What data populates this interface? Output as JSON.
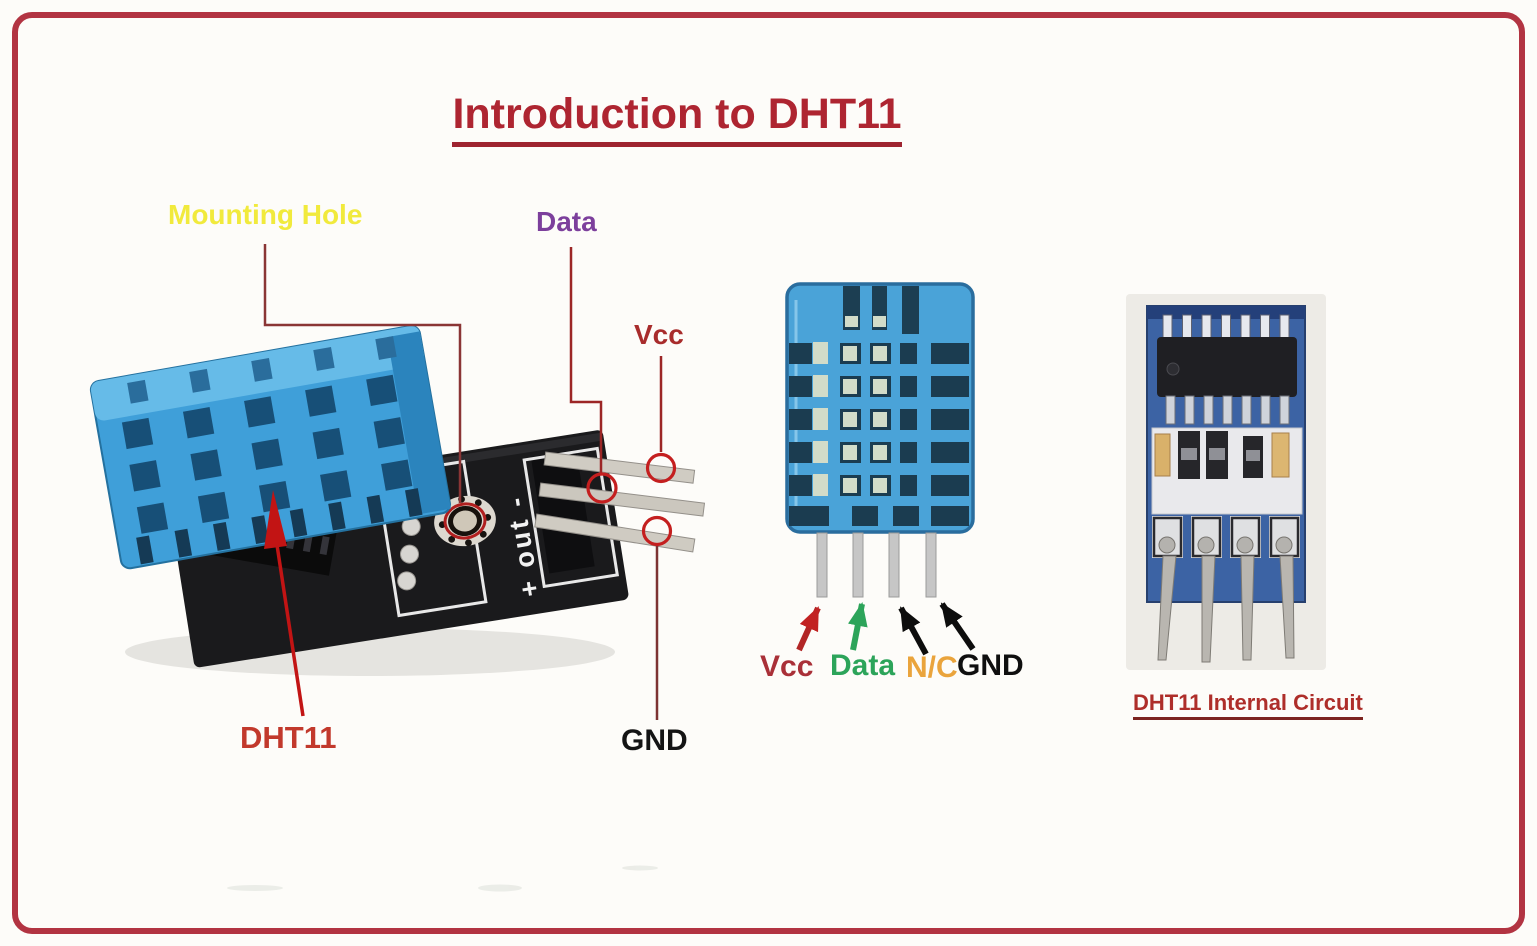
{
  "title": {
    "text": "Introduction to DHT11"
  },
  "left_module": {
    "mounting_hole_label": "Mounting Hole",
    "data_label": "Data",
    "vcc_label": "Vcc",
    "gnd_label": "GND",
    "part_label": "DHT11",
    "pcb_silkscreen": "+ out -"
  },
  "pinout": {
    "vcc_label": "Vcc",
    "data_label": "Data",
    "nc_label": "N/C",
    "gnd_label": "GND"
  },
  "internal_circuit": {
    "caption": "DHT11 Internal Circuit"
  },
  "colors": {
    "frame_red": "#b23442",
    "title_red": "#ae2531",
    "label_yellow": "#f1ea3c",
    "label_purple": "#7c3f9c",
    "label_dark_red": "#a82c2c",
    "label_green": "#2ca45a",
    "label_orange": "#eaa43c",
    "label_black": "#141414",
    "dht11_red": "#c2392c",
    "annotation_line": "#8a3535",
    "annotation_circle": "#c41f1f",
    "sensor_blue": "#4aa3d8",
    "pcb_black": "#1a1a1c",
    "internal_pcb_blue": "#3c63a4"
  }
}
